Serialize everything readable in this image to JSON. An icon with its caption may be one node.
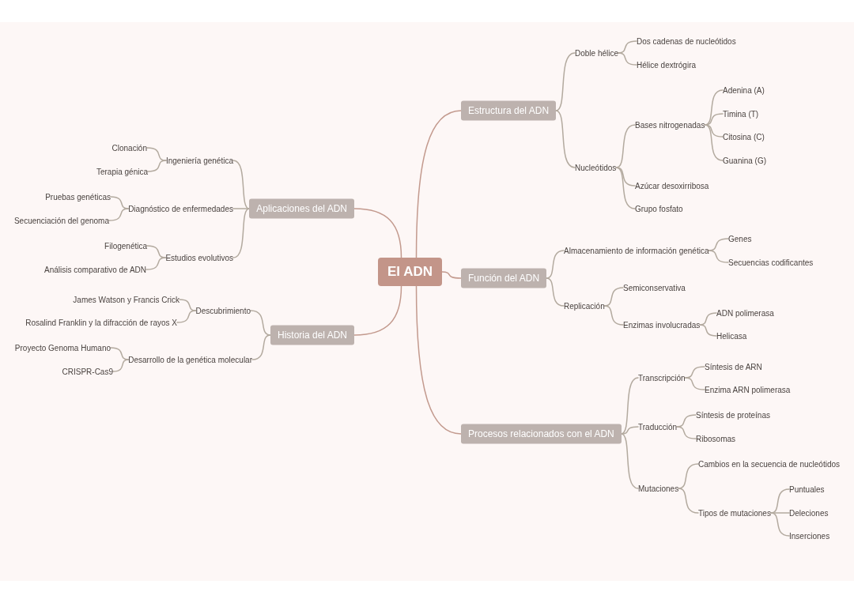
{
  "diagram": {
    "nodes": [
      {
        "text": [
          "El ADN"
        ]
      },
      {
        "text": [
          "Estructura del ADN"
        ]
      },
      {
        "text": [
          "Doble hélice"
        ]
      },
      {
        "text": [
          "Dos cadenas de nucleótidos"
        ]
      },
      {
        "text": [
          "Hélice dextrógira"
        ]
      },
      {
        "text": [
          "Nucleótidos"
        ]
      },
      {
        "text": [
          "Bases nitrogenadas"
        ]
      },
      {
        "text": [
          "Adenina (A)"
        ]
      },
      {
        "text": [
          "Timina (T)"
        ]
      },
      {
        "text": [
          "Citosina (C)"
        ]
      },
      {
        "text": [
          "Guanina (G)"
        ]
      },
      {
        "text": [
          "Azúcar desoxirribosa"
        ]
      },
      {
        "text": [
          "Grupo fosfato"
        ]
      },
      {
        "text": [
          "Función del ADN"
        ]
      },
      {
        "text": [
          "Almacenamiento de información genética"
        ]
      },
      {
        "text": [
          "Genes"
        ]
      },
      {
        "text": [
          "Secuencias codificantes"
        ]
      },
      {
        "text": [
          "Replicación"
        ]
      },
      {
        "text": [
          "Semiconservativa"
        ]
      },
      {
        "text": [
          "Enzimas involucradas"
        ]
      },
      {
        "text": [
          "ADN polimerasa"
        ]
      },
      {
        "text": [
          "Helicasa"
        ]
      },
      {
        "text": [
          "Procesos relacionados con el ADN"
        ]
      },
      {
        "text": [
          "Transcripción"
        ]
      },
      {
        "text": [
          "Síntesis de ARN"
        ]
      },
      {
        "text": [
          "Enzima ARN polimerasa"
        ]
      },
      {
        "text": [
          "Traducción"
        ]
      },
      {
        "text": [
          "Síntesis de proteínas"
        ]
      },
      {
        "text": [
          "Ribosomas"
        ]
      },
      {
        "text": [
          "Mutaciones"
        ]
      },
      {
        "text": [
          "Cambios en la secuencia de nucleótidos"
        ]
      },
      {
        "text": [
          "Tipos de mutaciones"
        ]
      },
      {
        "text": [
          "Puntuales"
        ]
      },
      {
        "text": [
          "Deleciones"
        ]
      },
      {
        "text": [
          "Inserciones"
        ]
      },
      {
        "text": [
          "Aplicaciones del ADN"
        ]
      },
      {
        "text": [
          "Ingeniería genética"
        ]
      },
      {
        "text": [
          "Clonación"
        ]
      },
      {
        "text": [
          "Terapia génica"
        ]
      },
      {
        "text": [
          "Diagnóstico de enfermedades"
        ]
      },
      {
        "text": [
          "Pruebas genéticas"
        ]
      },
      {
        "text": [
          "Secuenciación del genoma"
        ]
      },
      {
        "text": [
          "Estudios evolutivos"
        ]
      },
      {
        "text": [
          "Filogenética"
        ]
      },
      {
        "text": [
          "Análisis comparativo de ADN"
        ]
      },
      {
        "text": [
          "Historia del ADN"
        ]
      },
      {
        "text": [
          "Descubrimiento"
        ]
      },
      {
        "text": [
          "James Watson y Francis Crick"
        ]
      },
      {
        "text": [
          "Rosalind Franklin y la difracción de rayos X"
        ]
      },
      {
        "text": [
          "Desarrollo de la genética molecular"
        ]
      },
      {
        "text": [
          "Proyecto Genoma Humano"
        ]
      },
      {
        "text": [
          "CRISPR-Cas9"
        ]
      }
    ],
    "edges": [
      {
        "from": 0,
        "to": 1,
        "arrow": "none",
        "color": "#c39a8e"
      },
      {
        "from": 1,
        "to": 2,
        "arrow": "none"
      },
      {
        "from": 2,
        "to": 3,
        "arrow": "none"
      },
      {
        "from": 2,
        "to": 4,
        "arrow": "none"
      },
      {
        "from": 1,
        "to": 5,
        "arrow": "none"
      },
      {
        "from": 5,
        "to": 6,
        "arrow": "none"
      },
      {
        "from": 6,
        "to": 7,
        "arrow": "none"
      },
      {
        "from": 6,
        "to": 8,
        "arrow": "none"
      },
      {
        "from": 6,
        "to": 9,
        "arrow": "none"
      },
      {
        "from": 6,
        "to": 10,
        "arrow": "none"
      },
      {
        "from": 5,
        "to": 11,
        "arrow": "none"
      },
      {
        "from": 5,
        "to": 12,
        "arrow": "none"
      },
      {
        "from": 0,
        "to": 13,
        "arrow": "none",
        "color": "#c39a8e"
      },
      {
        "from": 13,
        "to": 14,
        "arrow": "none"
      },
      {
        "from": 14,
        "to": 15,
        "arrow": "none"
      },
      {
        "from": 14,
        "to": 16,
        "arrow": "none"
      },
      {
        "from": 13,
        "to": 17,
        "arrow": "none"
      },
      {
        "from": 17,
        "to": 18,
        "arrow": "none"
      },
      {
        "from": 17,
        "to": 19,
        "arrow": "none"
      },
      {
        "from": 19,
        "to": 20,
        "arrow": "none"
      },
      {
        "from": 19,
        "to": 21,
        "arrow": "none"
      },
      {
        "from": 0,
        "to": 22,
        "arrow": "none",
        "color": "#c39a8e"
      },
      {
        "from": 22,
        "to": 23,
        "arrow": "none"
      },
      {
        "from": 23,
        "to": 24,
        "arrow": "none"
      },
      {
        "from": 23,
        "to": 25,
        "arrow": "none"
      },
      {
        "from": 22,
        "to": 26,
        "arrow": "none"
      },
      {
        "from": 26,
        "to": 27,
        "arrow": "none"
      },
      {
        "from": 26,
        "to": 28,
        "arrow": "none"
      },
      {
        "from": 22,
        "to": 29,
        "arrow": "none"
      },
      {
        "from": 29,
        "to": 30,
        "arrow": "none"
      },
      {
        "from": 29,
        "to": 31,
        "arrow": "none"
      },
      {
        "from": 31,
        "to": 32,
        "arrow": "none"
      },
      {
        "from": 31,
        "to": 33,
        "arrow": "none"
      },
      {
        "from": 31,
        "to": 34,
        "arrow": "none"
      },
      {
        "from": 0,
        "to": 35,
        "arrow": "none",
        "color": "#c39a8e"
      },
      {
        "from": 35,
        "to": 36,
        "arrow": "none"
      },
      {
        "from": 36,
        "to": 37,
        "arrow": "none"
      },
      {
        "from": 36,
        "to": 38,
        "arrow": "none"
      },
      {
        "from": 35,
        "to": 39,
        "arrow": "none"
      },
      {
        "from": 39,
        "to": 40,
        "arrow": "none"
      },
      {
        "from": 39,
        "to": 41,
        "arrow": "none"
      },
      {
        "from": 35,
        "to": 42,
        "arrow": "none"
      },
      {
        "from": 42,
        "to": 43,
        "arrow": "none"
      },
      {
        "from": 42,
        "to": 44,
        "arrow": "none"
      },
      {
        "from": 0,
        "to": 45,
        "arrow": "none",
        "color": "#c39a8e"
      },
      {
        "from": 45,
        "to": 46,
        "arrow": "none"
      },
      {
        "from": 46,
        "to": 47,
        "arrow": "none"
      },
      {
        "from": 46,
        "to": 48,
        "arrow": "none"
      },
      {
        "from": 45,
        "to": 49,
        "arrow": "none"
      },
      {
        "from": 49,
        "to": 50,
        "arrow": "none"
      },
      {
        "from": 49,
        "to": 51,
        "arrow": "none"
      }
    ]
  }
}
